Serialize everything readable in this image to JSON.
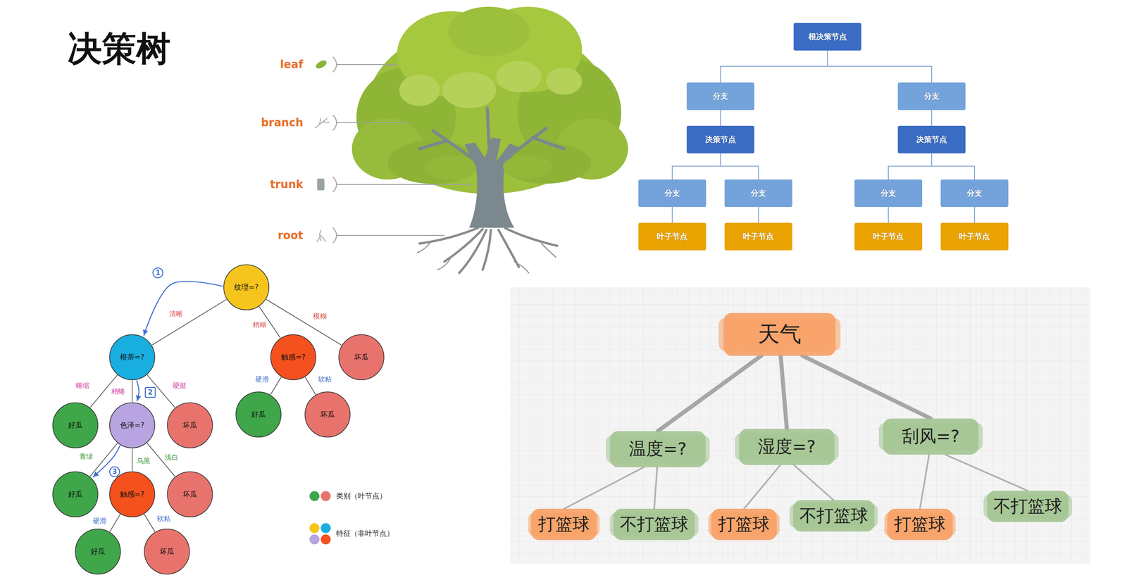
{
  "diagram": {
    "title": "决策树",
    "nodes": [
      {
        "text": [
          "根决策节点"
        ]
      },
      {
        "text": [
          "分支"
        ]
      },
      {
        "text": [
          "分支"
        ]
      },
      {
        "text": [
          "决策节点"
        ]
      },
      {
        "text": [
          "决策节点"
        ]
      },
      {
        "text": [
          "分支"
        ]
      },
      {
        "text": [
          "分支"
        ]
      },
      {
        "text": [
          "分支"
        ]
      },
      {
        "text": [
          "分支"
        ]
      },
      {
        "text": [
          "叶子节点"
        ]
      },
      {
        "text": [
          "叶子节点"
        ]
      },
      {
        "text": [
          "叶子节点"
        ]
      },
      {
        "text": [
          "叶子节点"
        ]
      },
      {
        "text": [
          "纹理=?"
        ]
      },
      {
        "text": [
          "根蒂=?"
        ]
      },
      {
        "text": [
          "触感=?"
        ]
      },
      {
        "text": [
          "坏瓜"
        ]
      },
      {
        "text": [
          "好瓜"
        ]
      },
      {
        "text": [
          "色泽=?"
        ]
      },
      {
        "text": [
          "坏瓜"
        ]
      },
      {
        "text": [
          "好瓜"
        ]
      },
      {
        "text": [
          "坏瓜"
        ]
      },
      {
        "text": [
          "好瓜"
        ]
      },
      {
        "text": [
          "触感=?"
        ]
      },
      {
        "text": [
          "坏瓜"
        ]
      },
      {
        "text": [
          "好瓜"
        ]
      },
      {
        "text": [
          "坏瓜"
        ]
      },
      {
        "text": [
          "天气"
        ]
      },
      {
        "text": [
          "温度=?"
        ]
      },
      {
        "text": [
          "湿度=?"
        ]
      },
      {
        "text": [
          "刮风=?"
        ]
      },
      {
        "text": [
          "打篮球"
        ]
      },
      {
        "text": [
          "不打篮球"
        ]
      },
      {
        "text": [
          "打篮球"
        ]
      },
      {
        "text": [
          "不打篮球"
        ]
      },
      {
        "text": [
          "打篮球"
        ]
      },
      {
        "text": [
          "不打篮球"
        ]
      }
    ],
    "edges": [
      {
        "from": 0,
        "to": 1,
        "arrow": "none"
      },
      {
        "from": 0,
        "to": 2,
        "arrow": "none"
      },
      {
        "from": 1,
        "to": 3,
        "arrow": "none"
      },
      {
        "from": 2,
        "to": 4,
        "arrow": "none"
      },
      {
        "from": 3,
        "to": 5,
        "arrow": "none"
      },
      {
        "from": 3,
        "to": 6,
        "arrow": "none"
      },
      {
        "from": 4,
        "to": 7,
        "arrow": "none"
      },
      {
        "from": 4,
        "to": 8,
        "arrow": "none"
      },
      {
        "from": 5,
        "to": 9,
        "arrow": "none"
      },
      {
        "from": 6,
        "to": 10,
        "arrow": "none"
      },
      {
        "from": 7,
        "to": 11,
        "arrow": "none"
      },
      {
        "from": 8,
        "to": 12,
        "arrow": "none"
      },
      {
        "from": 13,
        "to": 14,
        "label": "清晰",
        "arrow": "none"
      },
      {
        "from": 13,
        "to": 15,
        "label": "稍糊",
        "arrow": "none"
      },
      {
        "from": 13,
        "to": 16,
        "label": "模糊",
        "arrow": "none"
      },
      {
        "from": 14,
        "to": 17,
        "label": "蜷缩",
        "arrow": "none"
      },
      {
        "from": 14,
        "to": 18,
        "label": "稍蜷",
        "arrow": "none"
      },
      {
        "from": 14,
        "to": 19,
        "label": "硬挺",
        "arrow": "none"
      },
      {
        "from": 15,
        "to": 20,
        "label": "硬滑",
        "arrow": "none"
      },
      {
        "from": 15,
        "to": 21,
        "label": "软粘",
        "arrow": "none"
      },
      {
        "from": 18,
        "to": 22,
        "label": "青绿",
        "arrow": "none"
      },
      {
        "from": 18,
        "to": 23,
        "label": "乌黑",
        "arrow": "none"
      },
      {
        "from": 18,
        "to": 24,
        "label": "浅白",
        "arrow": "none"
      },
      {
        "from": 23,
        "to": 25,
        "label": "硬滑",
        "arrow": "none"
      },
      {
        "from": 23,
        "to": 26,
        "label": "软粘",
        "arrow": "none"
      },
      {
        "from": 13,
        "to": 14,
        "label": "1",
        "arrow": "to"
      },
      {
        "from": 14,
        "to": 18,
        "label": "2",
        "arrow": "to"
      },
      {
        "from": 18,
        "to": 22,
        "label": "3",
        "arrow": "to"
      },
      {
        "from": 27,
        "to": 28,
        "arrow": "none"
      },
      {
        "from": 27,
        "to": 29,
        "arrow": "none"
      },
      {
        "from": 27,
        "to": 30,
        "arrow": "none"
      },
      {
        "from": 28,
        "to": 31,
        "arrow": "none"
      },
      {
        "from": 28,
        "to": 32,
        "arrow": "none"
      },
      {
        "from": 29,
        "to": 33,
        "arrow": "none"
      },
      {
        "from": 29,
        "to": 34,
        "arrow": "none"
      },
      {
        "from": 30,
        "to": 35,
        "arrow": "none"
      },
      {
        "from": 30,
        "to": 36,
        "arrow": "none"
      }
    ],
    "labels": [
      "leaf",
      "branch",
      "trunk",
      "root"
    ],
    "legend": [
      {
        "text": "类别（叶节点）"
      },
      {
        "text": "特征（非叶节点）"
      }
    ]
  }
}
